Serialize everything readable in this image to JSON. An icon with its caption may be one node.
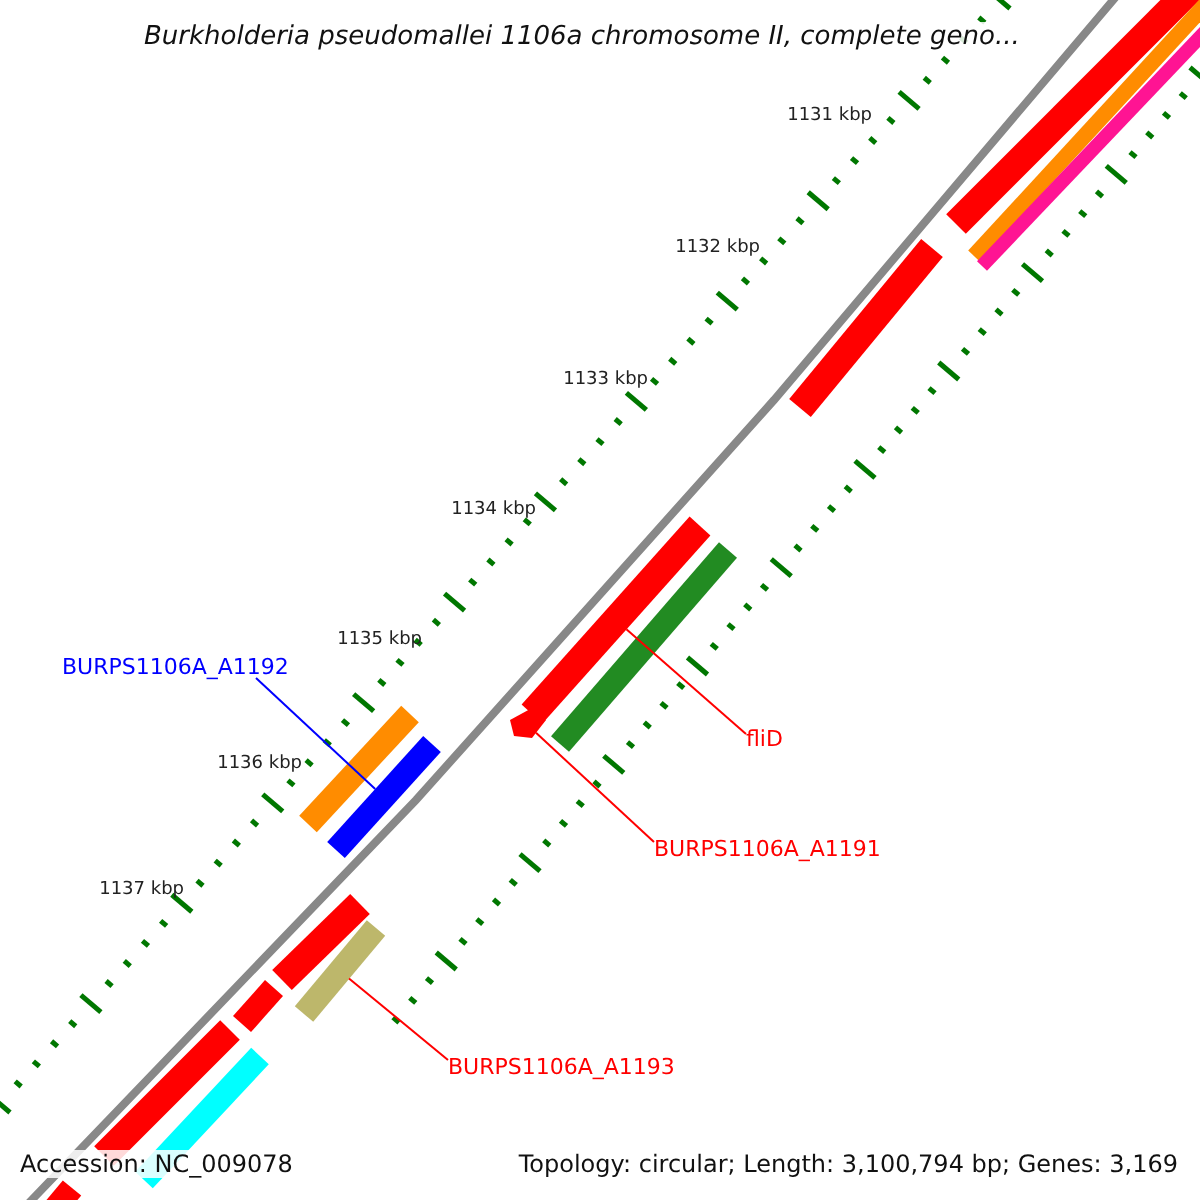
{
  "diagram": {
    "title": "Burkholderia pseudomallei 1106a chromosome II, complete geno...",
    "nodes": [
      {
        "text": [
          "BURPS1106A_A1192"
        ]
      },
      {
        "text": [],
        "shape": "bar"
      },
      {
        "text": [
          "fliD"
        ]
      },
      {
        "text": [],
        "shape": "bar"
      },
      {
        "text": [
          "BURPS1106A_A1191"
        ]
      },
      {
        "text": [],
        "shape": "bar"
      },
      {
        "text": [
          "BURPS1106A_A1193"
        ]
      },
      {
        "text": [],
        "shape": "bar"
      }
    ],
    "edges": [
      {
        "from": 0,
        "to": 1,
        "arrow": "none",
        "color": "#0000ff"
      },
      {
        "from": 2,
        "to": 3,
        "arrow": "none"
      },
      {
        "from": 4,
        "to": 5,
        "arrow": "none"
      },
      {
        "from": 6,
        "to": 7,
        "arrow": "none"
      }
    ],
    "labels": [
      "1131 kbp",
      "1132 kbp",
      "1133 kbp",
      "1134 kbp",
      "1135 kbp",
      "1136 kbp",
      "1137 kbp",
      "Accession: NC_009078",
      "Topology: circular; Length: 3,100,794 bp; Genes: 3,169"
    ]
  }
}
